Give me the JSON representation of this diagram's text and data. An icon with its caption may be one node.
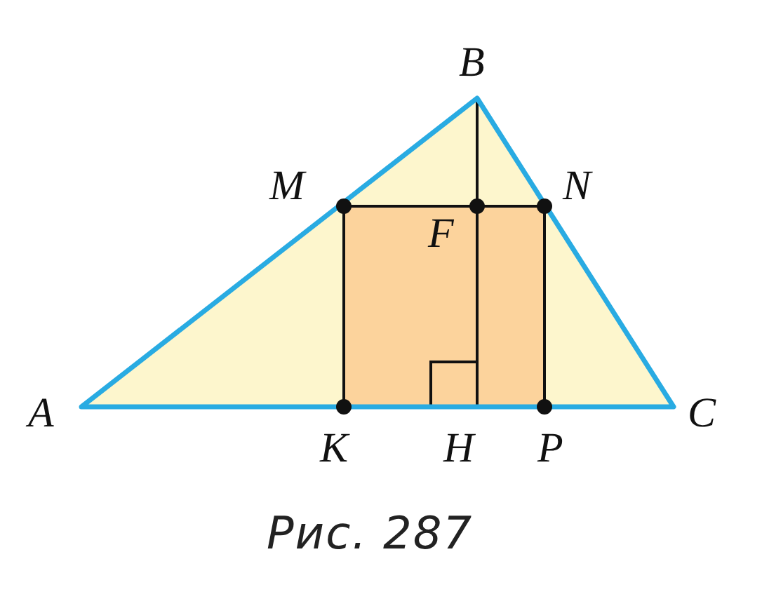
{
  "diagram": {
    "caption": "Рис. 287",
    "labels": [
      "B",
      "M",
      "N",
      "F",
      "A",
      "K",
      "H",
      "P",
      "C"
    ]
  }
}
